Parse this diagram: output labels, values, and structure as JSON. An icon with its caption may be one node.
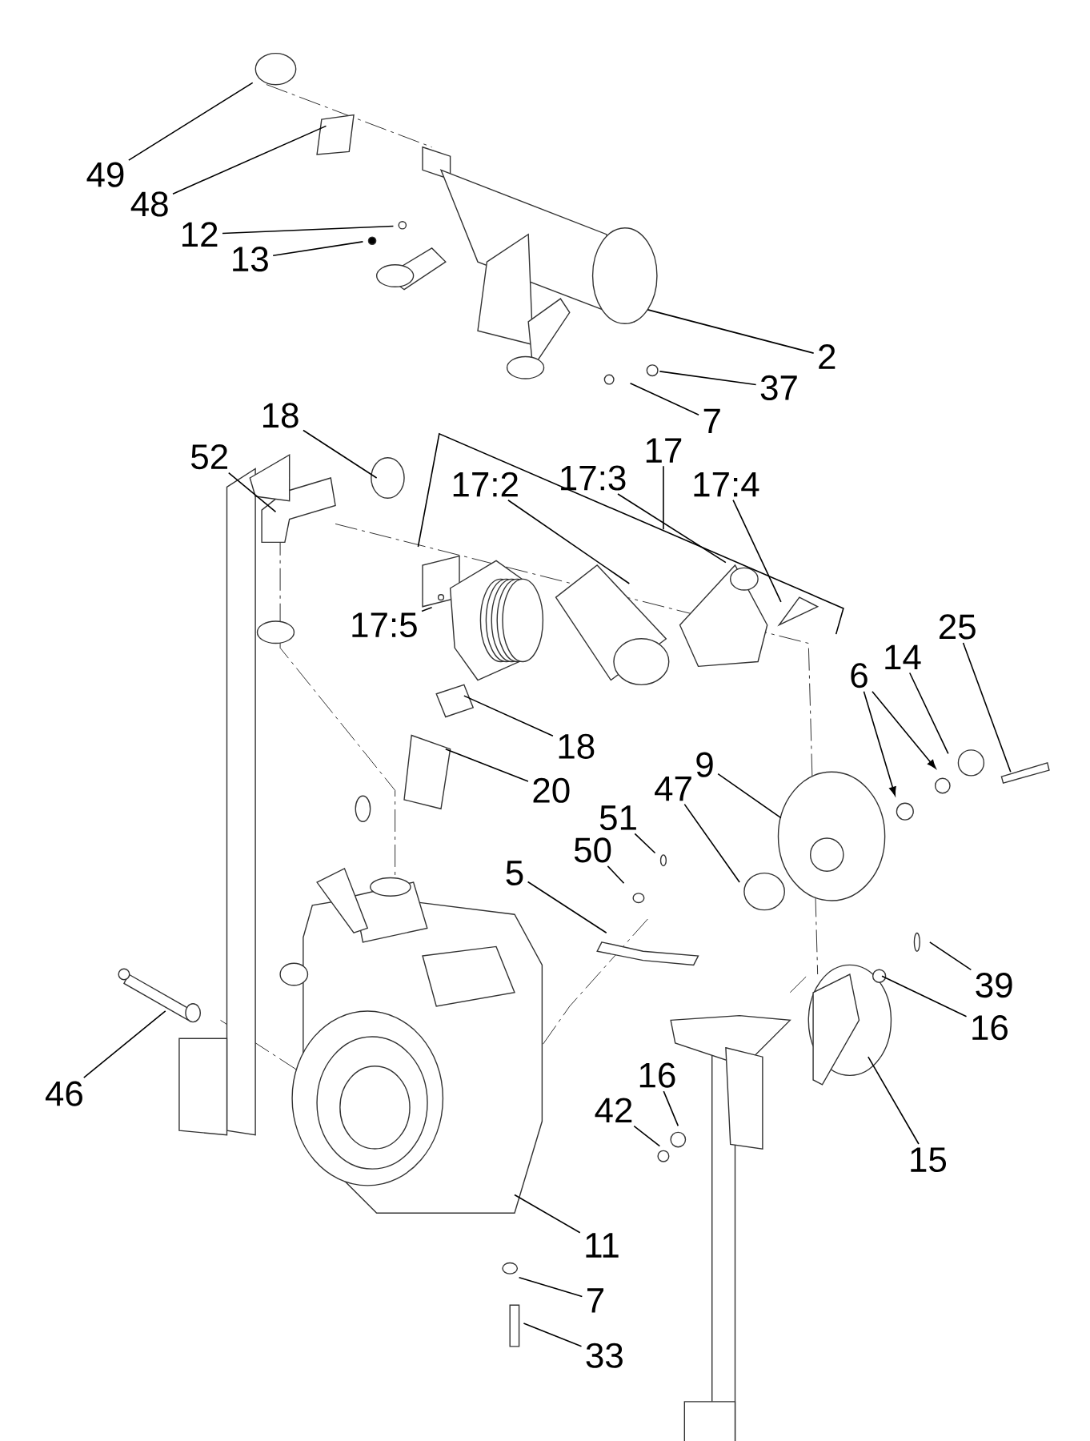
{
  "diagram": {
    "nodes": [
      {
        "text": [
          "49"
        ]
      },
      {
        "text": [
          "48"
        ]
      },
      {
        "text": [
          "12"
        ]
      },
      {
        "text": [
          "13"
        ]
      },
      {
        "text": [
          "2"
        ]
      },
      {
        "text": [
          "37"
        ]
      },
      {
        "text": [
          "7"
        ]
      },
      {
        "text": [
          "18"
        ]
      },
      {
        "text": [
          "52"
        ]
      },
      {
        "text": [
          "17"
        ]
      },
      {
        "text": [
          "17:2"
        ]
      },
      {
        "text": [
          "17:3"
        ]
      },
      {
        "text": [
          "17:4"
        ]
      },
      {
        "text": [
          "17:5"
        ]
      },
      {
        "text": [
          "25"
        ]
      },
      {
        "text": [
          "14"
        ]
      },
      {
        "text": [
          "6"
        ]
      },
      {
        "text": [
          "18"
        ]
      },
      {
        "text": [
          "9"
        ]
      },
      {
        "text": [
          "20"
        ]
      },
      {
        "text": [
          "51"
        ]
      },
      {
        "text": [
          "47"
        ]
      },
      {
        "text": [
          "50"
        ]
      },
      {
        "text": [
          "5"
        ]
      },
      {
        "text": [
          "39"
        ]
      },
      {
        "text": [
          "16"
        ]
      },
      {
        "text": [
          "46"
        ]
      },
      {
        "text": [
          "16"
        ]
      },
      {
        "text": [
          "42"
        ]
      },
      {
        "text": [
          "15"
        ]
      },
      {
        "text": [
          "11"
        ]
      },
      {
        "text": [
          "7"
        ]
      },
      {
        "text": [
          "33"
        ]
      }
    ],
    "edges": [
      {
        "from": 0,
        "to": null,
        "arrow": "none"
      },
      {
        "from": 1,
        "to": null,
        "arrow": "none"
      },
      {
        "from": 2,
        "to": null,
        "arrow": "none"
      },
      {
        "from": 3,
        "to": null,
        "arrow": "none"
      },
      {
        "from": 4,
        "to": null,
        "arrow": "none"
      },
      {
        "from": 5,
        "to": null,
        "arrow": "none"
      },
      {
        "from": 6,
        "to": null,
        "arrow": "none"
      },
      {
        "from": 7,
        "to": null,
        "arrow": "none"
      },
      {
        "from": 8,
        "to": null,
        "arrow": "none"
      },
      {
        "from": 9,
        "to": null,
        "arrow": "none"
      },
      {
        "from": 10,
        "to": null,
        "arrow": "none"
      },
      {
        "from": 11,
        "to": null,
        "arrow": "none"
      },
      {
        "from": 12,
        "to": null,
        "arrow": "none"
      },
      {
        "from": 13,
        "to": null,
        "arrow": "none"
      },
      {
        "from": 14,
        "to": null,
        "arrow": "none"
      },
      {
        "from": 15,
        "to": null,
        "arrow": "none"
      },
      {
        "from": 16,
        "to": null,
        "arrow": "to"
      },
      {
        "from": 16,
        "to": null,
        "arrow": "to"
      },
      {
        "from": 17,
        "to": null,
        "arrow": "none"
      },
      {
        "from": 18,
        "to": null,
        "arrow": "none"
      },
      {
        "from": 19,
        "to": null,
        "arrow": "none"
      },
      {
        "from": 20,
        "to": null,
        "arrow": "none"
      },
      {
        "from": 21,
        "to": null,
        "arrow": "none"
      },
      {
        "from": 22,
        "to": null,
        "arrow": "none"
      },
      {
        "from": 23,
        "to": null,
        "arrow": "none"
      },
      {
        "from": 24,
        "to": null,
        "arrow": "none"
      },
      {
        "from": 25,
        "to": null,
        "arrow": "none"
      },
      {
        "from": 26,
        "to": null,
        "arrow": "none"
      },
      {
        "from": 27,
        "to": null,
        "arrow": "none"
      },
      {
        "from": 28,
        "to": null,
        "arrow": "none"
      },
      {
        "from": 29,
        "to": null,
        "arrow": "none"
      },
      {
        "from": 30,
        "to": null,
        "arrow": "none"
      },
      {
        "from": 31,
        "to": null,
        "arrow": "none"
      },
      {
        "from": 32,
        "to": null,
        "arrow": "none"
      }
    ]
  }
}
